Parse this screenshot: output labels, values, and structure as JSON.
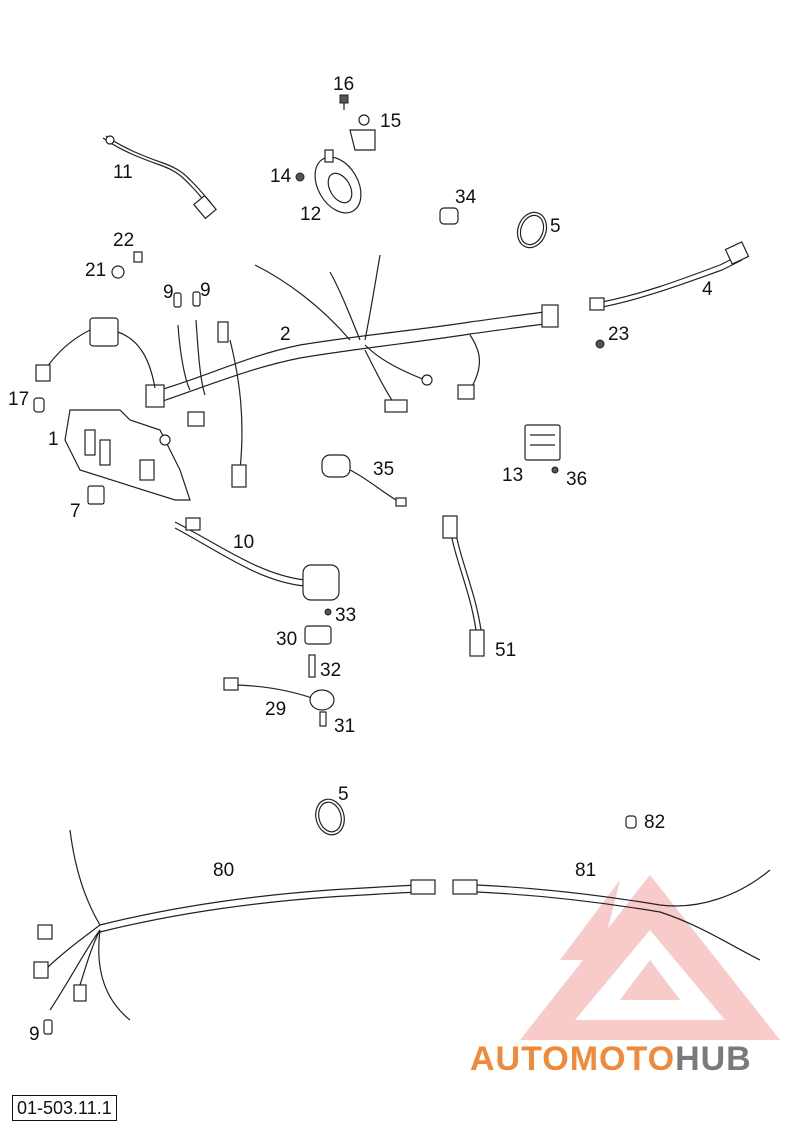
{
  "callouts": {
    "c1": "1",
    "c2": "2",
    "c4": "4",
    "c5a": "5",
    "c5b": "5",
    "c7": "7",
    "c9a": "9",
    "c9b": "9",
    "c9c": "9",
    "c10": "10",
    "c11": "11",
    "c12": "12",
    "c13": "13",
    "c14": "14",
    "c15": "15",
    "c16": "16",
    "c17": "17",
    "c21": "21",
    "c22": "22",
    "c23": "23",
    "c29": "29",
    "c30": "30",
    "c31": "31",
    "c32": "32",
    "c33": "33",
    "c34": "34",
    "c35": "35",
    "c36": "36",
    "c51": "51",
    "c80": "80",
    "c81": "81",
    "c82": "82"
  },
  "reference_code": "01-503.11.1",
  "watermark": {
    "part1": "AUTOMOTO",
    "part2": "HUB",
    "color_accent": "#f08a3a",
    "color_dark": "#7a7a7a",
    "logo_color": "#f4a0a0"
  }
}
